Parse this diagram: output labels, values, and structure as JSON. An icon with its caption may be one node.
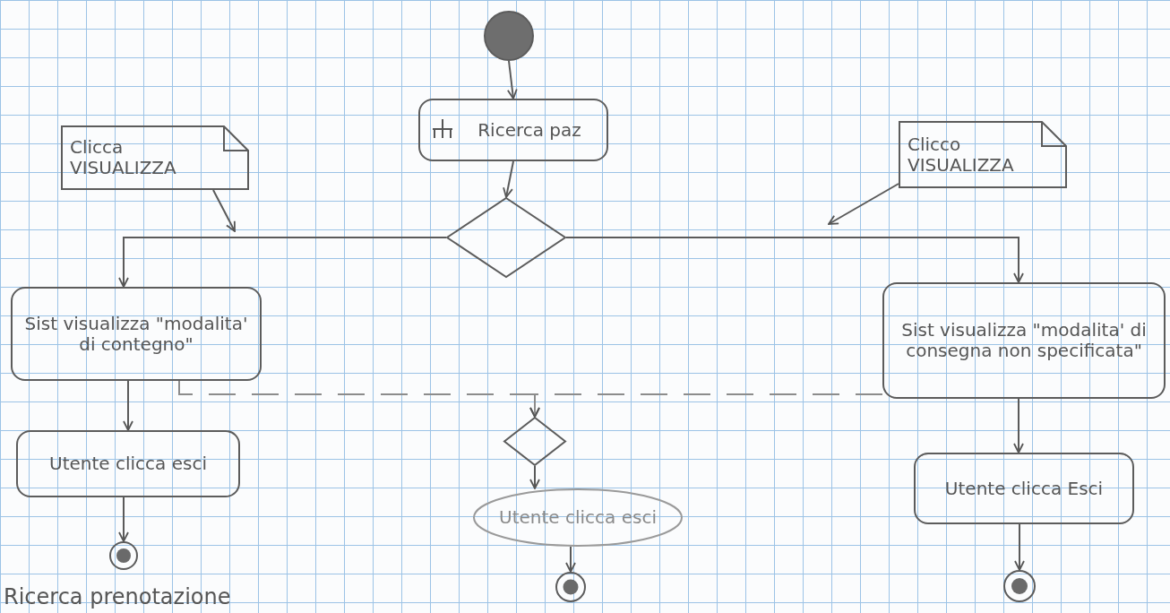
{
  "diagram": {
    "nodes": [
      {
        "text": [],
        "shape": "circle"
      },
      {
        "text": [
          "Ricerca paz"
        ]
      },
      {
        "text": [
          "Clicca VISUALIZZA"
        ]
      },
      {
        "text": [
          "Clicco VISUALIZZA"
        ]
      },
      {
        "text": [],
        "shape": "diamond"
      },
      {
        "text": [
          "Sist visualizza \"modalita' di contegno\""
        ]
      },
      {
        "text": [
          "Sist visualizza \"modalita' di consegna non specificata\""
        ]
      },
      {
        "text": [
          "Utente clicca esci"
        ]
      },
      {
        "text": [],
        "shape": "diamond"
      },
      {
        "text": [
          "Utente clicca esci"
        ]
      },
      {
        "text": [
          "Utente clicca Esci"
        ]
      },
      {
        "text": [],
        "shape": "circle"
      },
      {
        "text": [],
        "shape": "circle"
      },
      {
        "text": [],
        "shape": "circle"
      }
    ],
    "edges": [
      {
        "from": 0,
        "to": 1,
        "arrow": "to"
      },
      {
        "from": 1,
        "to": 4,
        "arrow": "to"
      },
      {
        "from": 4,
        "to": 5,
        "arrow": "to"
      },
      {
        "from": 4,
        "to": 6,
        "arrow": "to"
      },
      {
        "from": 2,
        "to": null,
        "arrow": "to"
      },
      {
        "from": 3,
        "to": null,
        "arrow": "to"
      },
      {
        "from": 5,
        "to": 7,
        "arrow": "to"
      },
      {
        "from": 5,
        "to": 8,
        "arrow": "to",
        "style": "dashed"
      },
      {
        "from": 6,
        "to": 8,
        "arrow": "to",
        "style": "dashed"
      },
      {
        "from": 8,
        "to": 9,
        "arrow": "to"
      },
      {
        "from": 9,
        "to": 12,
        "arrow": "to"
      },
      {
        "from": 7,
        "to": 11,
        "arrow": "to"
      },
      {
        "from": 6,
        "to": 10,
        "arrow": "to"
      },
      {
        "from": 10,
        "to": 13,
        "arrow": "to"
      }
    ],
    "labels": [
      "Ricerca prenotazione"
    ]
  }
}
